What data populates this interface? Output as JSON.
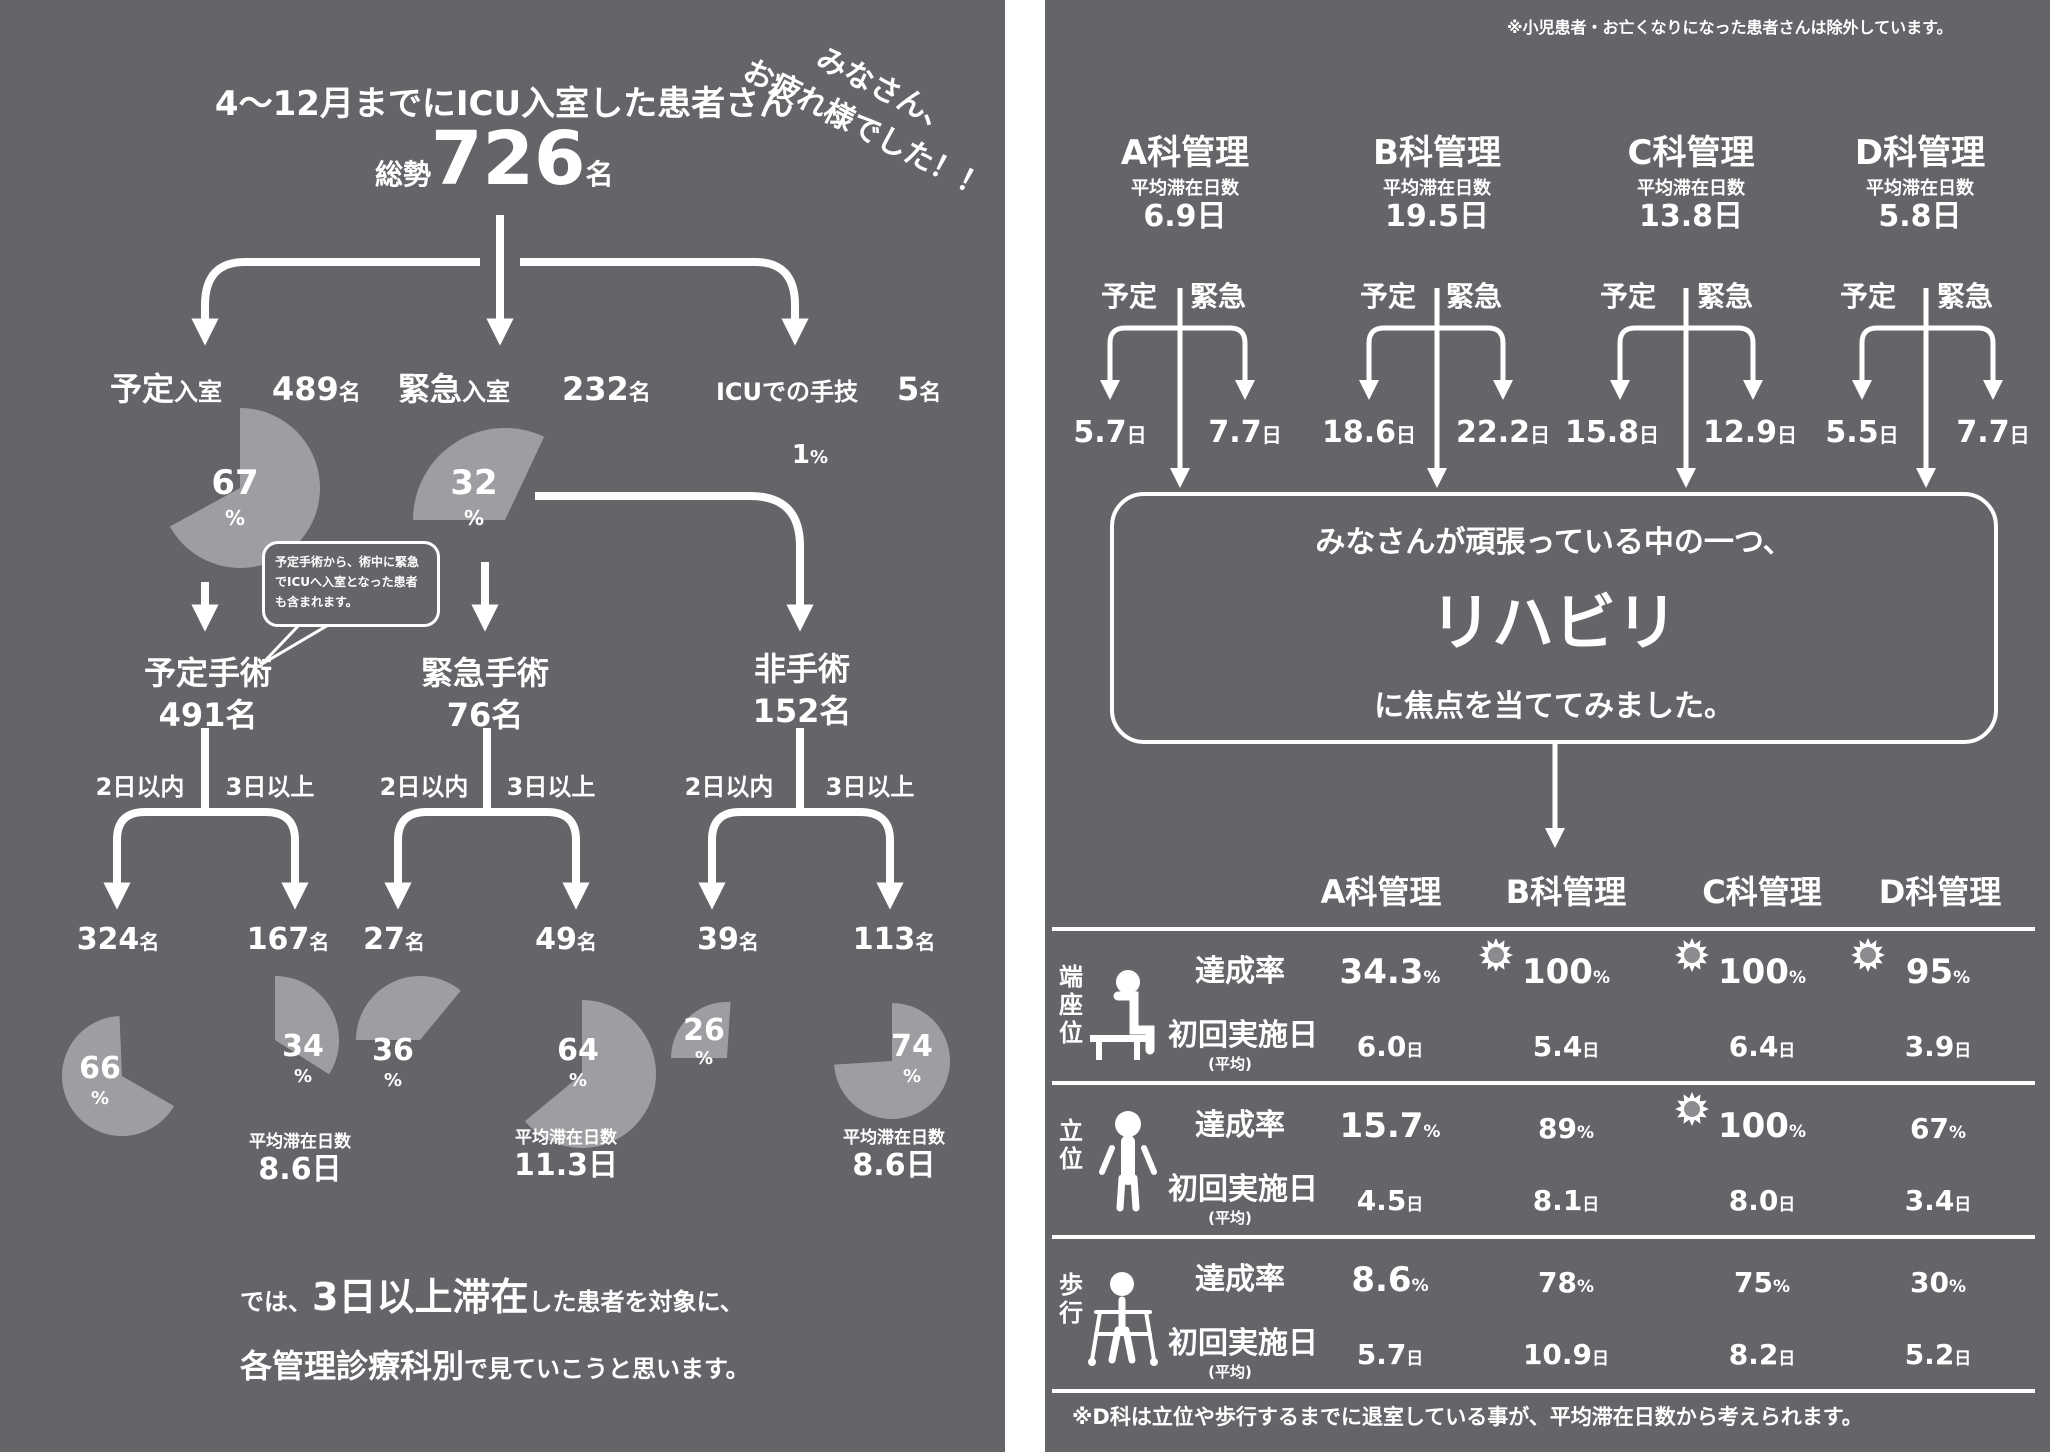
{
  "left": {
    "thanks_line1": "みなさん、",
    "thanks_line2": "お疲れ様でした！！",
    "heading": "4～12月までにICU入室した患者さん",
    "total_label": "総勢",
    "total_number": "726",
    "total_unit": "名",
    "percent_unit": "%",
    "name_unit": "名",
    "admissions": [
      {
        "label": "予定",
        "suffix": "入室",
        "count": "489",
        "unit": "名",
        "percent": "67"
      },
      {
        "label": "緊急",
        "suffix": "入室",
        "count": "232",
        "unit": "名",
        "percent": "32"
      },
      {
        "label": "ICUでの手技",
        "suffix": "",
        "count": "5",
        "unit": "名",
        "percent": "1"
      }
    ],
    "bubble_note": "予定手術から、術中に緊急でICUへ入室となった患者も含まれます。",
    "within2_label": "2日以内",
    "over3_label": "3日以上",
    "avg_stay_label": "平均滞在日数",
    "groups": [
      {
        "label": "予定手術",
        "count": "491名",
        "within2": {
          "count": "324",
          "percent": "66"
        },
        "over3": {
          "count": "167",
          "percent": "34"
        },
        "avg_stay": "8.6日"
      },
      {
        "label": "緊急手術",
        "count": "76名",
        "within2": {
          "count": "27",
          "percent": "36"
        },
        "over3": {
          "count": "49",
          "percent": "64"
        },
        "avg_stay": "11.3日"
      },
      {
        "label": "非手術",
        "count": "152名",
        "within2": {
          "count": "39",
          "percent": "26"
        },
        "over3": {
          "count": "113",
          "percent": "74"
        },
        "avg_stay": "8.6日"
      }
    ],
    "conclusion": {
      "line1_a": "では、",
      "line1_b": "3日以上滞在",
      "line1_c": "した患者を対象に、",
      "line2_a": "各管理診療科別",
      "line2_b": "で見ていこうと思います。"
    }
  },
  "right": {
    "exclusion_note": "※小児患者・お亡くなりになった患者さんは除外しています。",
    "avg_stay_label": "平均滞在日数",
    "planned_label": "予定",
    "emergency_label": "緊急",
    "day_unit": "日",
    "depts": [
      {
        "name": "A科管理",
        "avg_stay": "6.9日",
        "planned": "5.7",
        "emergency": "7.7"
      },
      {
        "name": "B科管理",
        "avg_stay": "19.5日",
        "planned": "18.6",
        "emergency": "22.2"
      },
      {
        "name": "C科管理",
        "avg_stay": "13.8日",
        "planned": "15.8",
        "emergency": "12.9"
      },
      {
        "name": "D科管理",
        "avg_stay": "5.8日",
        "planned": "5.5",
        "emergency": "7.7"
      }
    ],
    "focus": {
      "line1": "みなさんが頑張っている中の一つ、",
      "keyword": "リハビリ",
      "line2": "に焦点を当ててみました。"
    },
    "rate_label": "達成率",
    "first_day_label": "初回実施日",
    "first_day_sub": "(平均)",
    "percent_unit": "%",
    "rows": [
      {
        "activity": "端座位",
        "icon": "sitting-person-icon",
        "rates": [
          {
            "v": "34.3",
            "badge": false
          },
          {
            "v": "100",
            "badge": true
          },
          {
            "v": "100",
            "badge": true
          },
          {
            "v": "95",
            "badge": true
          }
        ],
        "first_days": [
          "6.0",
          "5.4",
          "6.4",
          "3.9"
        ]
      },
      {
        "activity": "立位",
        "icon": "standing-person-icon",
        "rates": [
          {
            "v": "15.7",
            "badge": false
          },
          {
            "v": "89",
            "badge": false
          },
          {
            "v": "100",
            "badge": true
          },
          {
            "v": "67",
            "badge": false
          }
        ],
        "first_days": [
          "4.5",
          "8.1",
          "8.0",
          "3.4"
        ]
      },
      {
        "activity": "歩行",
        "icon": "walker-person-icon",
        "rates": [
          {
            "v": "8.6",
            "badge": false
          },
          {
            "v": "78",
            "badge": false
          },
          {
            "v": "75",
            "badge": false
          },
          {
            "v": "30",
            "badge": false
          }
        ],
        "first_days": [
          "5.7",
          "10.9",
          "8.2",
          "5.2"
        ]
      }
    ],
    "footnote": "※D科は立位や歩行するまでに退室している事が、平均滞在日数から考えられます。"
  }
}
